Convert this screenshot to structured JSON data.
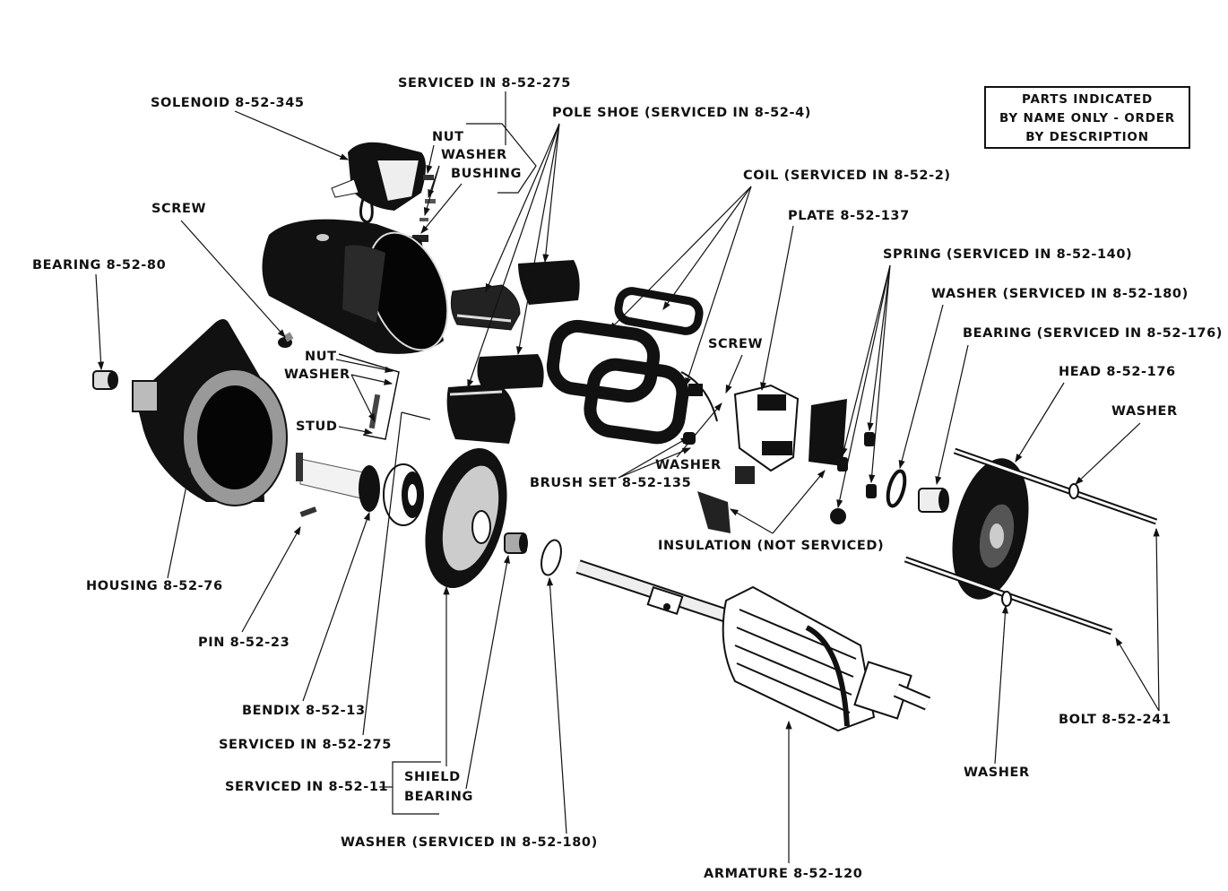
{
  "diagram": {
    "title": "Starting Motor Exploded View",
    "notice": {
      "lines": [
        "PARTS INDICATED",
        "BY NAME ONLY - ORDER",
        "BY DESCRIPTION"
      ]
    },
    "labels": {
      "serviced_275_top": "SERVICED IN 8-52-275",
      "solenoid": "SOLENOID 8-52-345",
      "nut_top": "NUT",
      "washer_top": "WASHER",
      "bushing": "BUSHING",
      "pole_shoe": "POLE SHOE (SERVICED IN 8-52-4)",
      "coil": "COIL (SERVICED IN 8-52-2)",
      "plate": "PLATE 8-52-137",
      "spring": "SPRING (SERVICED IN 8-52-140)",
      "washer_180_right": "WASHER (SERVICED IN 8-52-180)",
      "bearing_176": "BEARING (SERVICED IN 8-52-176)",
      "head": "HEAD 8-52-176",
      "washer_bolt_top": "WASHER",
      "screw_left": "SCREW",
      "bearing_80": "BEARING 8-52-80",
      "nut_mid": "NUT",
      "washer_mid": "WASHER",
      "stud": "STUD",
      "screw_mid": "SCREW",
      "washer_brush": "WASHER",
      "brush_set": "BRUSH SET 8-52-135",
      "insulation": "INSULATION (NOT SERVICED)",
      "housing": "HOUSING 8-52-76",
      "pin": "PIN 8-52-23",
      "bendix": "BENDIX 8-52-13",
      "serviced_275_bottom": "SERVICED IN 8-52-275",
      "serviced_11": "SERVICED IN 8-52-11",
      "shield": "SHIELD",
      "bearing_shield": "BEARING",
      "washer_180_bottom": "WASHER (SERVICED IN 8-52-180)",
      "armature": "ARMATURE 8-52-120",
      "bolt": "BOLT 8-52-241",
      "washer_bolt_bottom": "WASHER"
    }
  }
}
